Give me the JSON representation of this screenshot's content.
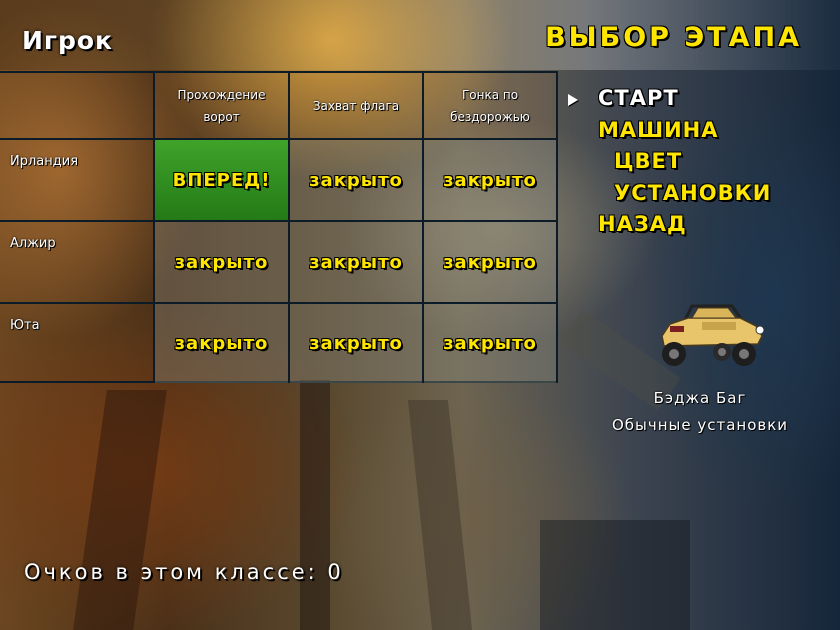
{
  "header": {
    "player_label": "Игрок",
    "title": "ВЫБОР ЭТАПА"
  },
  "grid": {
    "columns": [
      "Прохождение ворот",
      "Захват флага",
      "Гонка по бездорожью"
    ],
    "rows": [
      {
        "label": "Ирландия",
        "cells": [
          "ВПЕРЕД!",
          "закрыто",
          "закрыто"
        ]
      },
      {
        "label": "Алжир",
        "cells": [
          "закрыто",
          "закрыто",
          "закрыто"
        ]
      },
      {
        "label": "Юта",
        "cells": [
          "закрыто",
          "закрыто",
          "закрыто"
        ]
      }
    ]
  },
  "menu": {
    "items": [
      {
        "label": "СТАРТ",
        "selected": true
      },
      {
        "label": "МАШИНА",
        "selected": false
      },
      {
        "label": "ЦВЕТ",
        "selected": false
      },
      {
        "label": "УСТАНОВКИ",
        "selected": false
      },
      {
        "label": "НАЗАД",
        "selected": false
      }
    ]
  },
  "vehicle": {
    "name": "Бэджа Баг",
    "setup": "Обычные установки"
  },
  "footer": {
    "points_text": "Очков в этом классе: 0"
  },
  "colors": {
    "menu_text": "#ffe600",
    "selected_text": "#ffffff",
    "open_cell": "#3fa32a",
    "grid_lines": "#0b1c28"
  }
}
